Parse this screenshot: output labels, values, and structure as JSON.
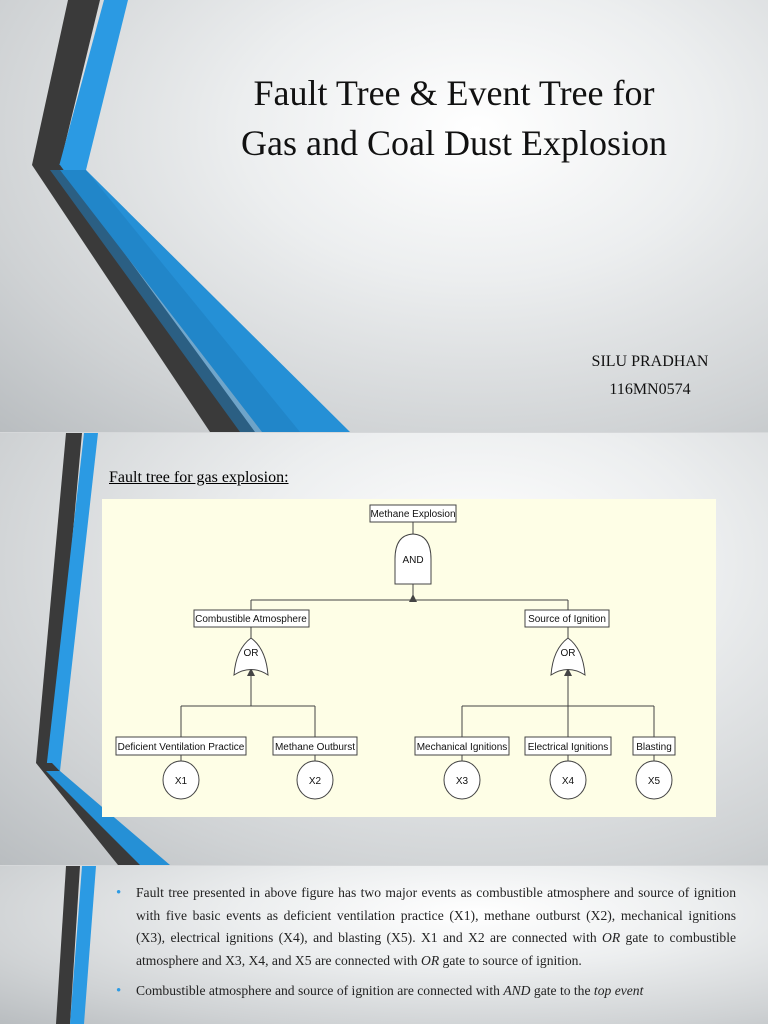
{
  "slide1": {
    "title_line1": "Fault Tree & Event Tree for",
    "title_line2": "Gas and Coal Dust Explosion",
    "author_name": "SILU PRADHAN",
    "author_id": "116MN0574"
  },
  "slide2": {
    "heading": "Fault tree for gas explosion:",
    "tree": {
      "top_event": "Methane Explosion",
      "top_gate": "AND",
      "left_event": "Combustible Atmosphere",
      "left_gate": "OR",
      "right_event": "Source of Ignition",
      "right_gate": "OR",
      "basic_events": [
        {
          "label": "Deficient Ventilation Practice",
          "id": "X1"
        },
        {
          "label": "Methane Outburst",
          "id": "X2"
        },
        {
          "label": "Mechanical Ignitions",
          "id": "X3"
        },
        {
          "label": "Electrical Ignitions",
          "id": "X4"
        },
        {
          "label": "Blasting",
          "id": "X5"
        }
      ]
    }
  },
  "slide3": {
    "bullet1": {
      "p1": "Fault tree presented in above figure has two major events as combustible atmosphere and source of ignition with five basic events as deficient ventilation practice (X1), methane outburst (X2), mechanical ignitions (X3), electrical ignitions (X4), and blasting (X5). X1 and X2 are connected with ",
      "em1": "OR",
      "p2": " gate to combustible atmosphere and X3, X4, and X5 are connected with ",
      "em2": "OR",
      "p3": " gate to source of ignition."
    },
    "bullet2": {
      "p1": "Combustible atmosphere and source of ignition are connected with ",
      "em1": "AND",
      "p2": " gate to the ",
      "em2": "top event"
    }
  },
  "colors": {
    "accent_blue": "#2e9be4",
    "dark_stripe": "#3b3b3b",
    "diagram_bg": "#fefee6"
  }
}
